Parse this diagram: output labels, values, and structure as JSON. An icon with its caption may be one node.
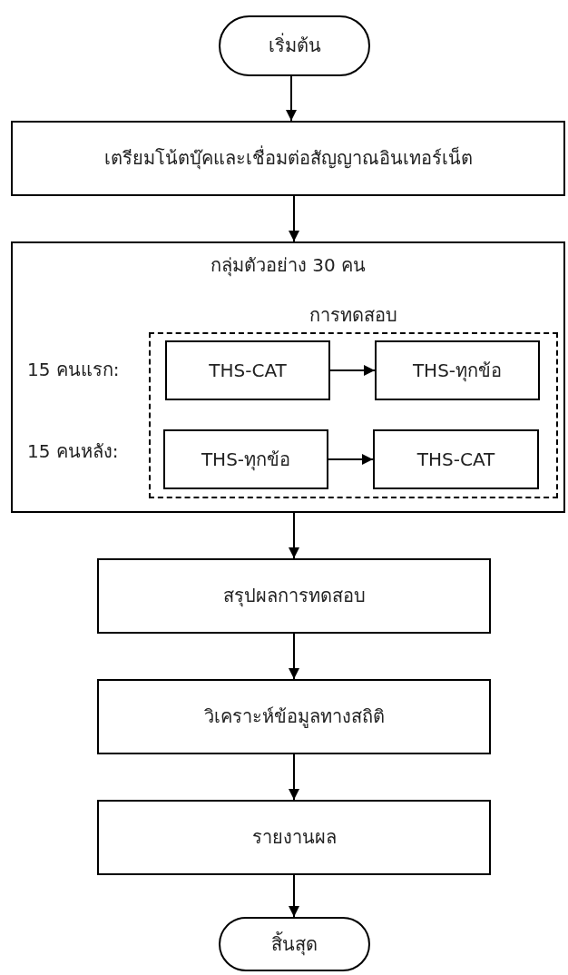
{
  "diagram": {
    "nodes": [
      {
        "text": [
          "เริ่มต้น"
        ]
      },
      {
        "text": [
          "เตรียมโน้ตบุ๊คและเชื่อมต่อสัญญาณอินเทอร์เน็ต"
        ]
      },
      {
        "text": [
          "กลุ่มตัวอย่าง 30 คน"
        ]
      },
      {
        "text": [
          "การทดสอบ"
        ],
        "in": 2
      },
      {
        "text": [
          "THS-CAT"
        ],
        "in": 3
      },
      {
        "text": [
          "THS-ทุกข้อ"
        ],
        "in": 3
      },
      {
        "text": [
          "THS-ทุกข้อ"
        ],
        "in": 3
      },
      {
        "text": [
          "THS-CAT"
        ],
        "in": 3
      },
      {
        "text": [
          "สรุปผลการทดสอบ"
        ]
      },
      {
        "text": [
          "วิเคราะห์ข้อมูลทางสถิติ"
        ]
      },
      {
        "text": [
          "รายงานผล"
        ]
      },
      {
        "text": [
          "สิ้นสุด"
        ]
      }
    ],
    "edges": [
      {
        "from": 0,
        "to": 1,
        "arrow": "to"
      },
      {
        "from": 1,
        "to": 2,
        "arrow": "to"
      },
      {
        "from": 4,
        "to": 5,
        "arrow": "to"
      },
      {
        "from": 6,
        "to": 7,
        "arrow": "to"
      },
      {
        "from": 2,
        "to": 8,
        "arrow": "to"
      },
      {
        "from": 8,
        "to": 9,
        "arrow": "to"
      },
      {
        "from": 9,
        "to": 10,
        "arrow": "to"
      },
      {
        "from": 10,
        "to": 11,
        "arrow": "to"
      }
    ],
    "labels": [
      "15 คนแรก:",
      "15 คนหลัง:"
    ]
  }
}
